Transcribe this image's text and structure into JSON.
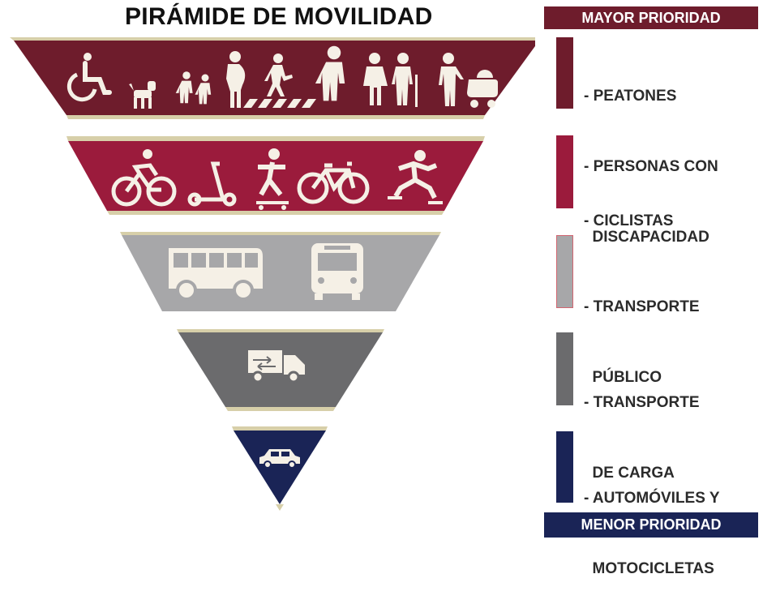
{
  "title": "PIRÁMIDE DE MOVILIDAD",
  "priority_top": "MAYOR PRIORIDAD",
  "priority_bottom": "MENOR PRIORIDAD",
  "colors": {
    "maroon": "#6e1c2c",
    "crimson": "#9b1b3c",
    "light_gray": "#a7a7a9",
    "dark_gray": "#6b6b6d",
    "navy": "#1a2456",
    "tier_border": "#d7cfa9",
    "icon": "#f5f0e6"
  },
  "levels": [
    {
      "label_lines": [
        "- PEATONES",
        "- PERSONAS CON",
        "  DISCAPACIDAD"
      ],
      "icons": [
        "wheelchair-icon",
        "dog-icon",
        "children-icon",
        "pregnant-woman-icon",
        "crosswalk-pedestrian-icon",
        "walking-person-icon",
        "elderly-couple-icon",
        "person-with-stroller-icon"
      ]
    },
    {
      "label_lines": [
        "- CICLISTAS"
      ],
      "icons": [
        "cyclist-icon",
        "kick-scooter-icon",
        "skateboarder-icon",
        "bicycle-icon",
        "rollerblader-icon"
      ]
    },
    {
      "label_lines": [
        "- TRANSPORTE",
        "  PÚBLICO"
      ],
      "icons": [
        "bus-side-icon",
        "bus-front-icon"
      ]
    },
    {
      "label_lines": [
        "- TRANSPORTE",
        "  DE CARGA"
      ],
      "icons": [
        "cargo-truck-icon"
      ]
    },
    {
      "label_lines": [
        "- AUTOMÓVILES Y",
        "  MOTOCICLETAS"
      ],
      "icons": [
        "car-icon"
      ]
    }
  ]
}
